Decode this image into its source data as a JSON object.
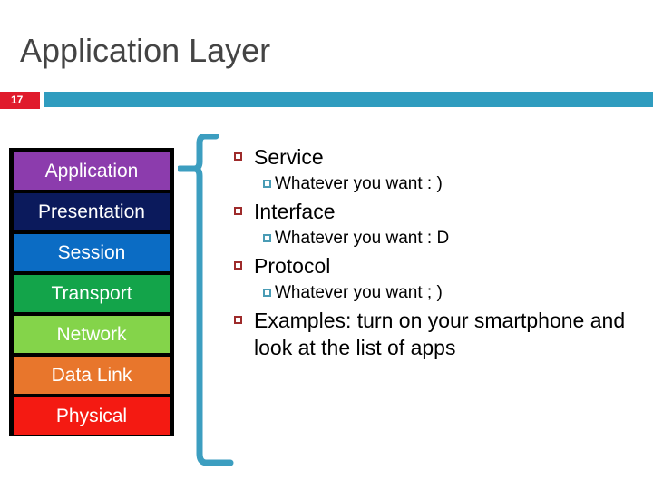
{
  "slide": {
    "title": "Application Layer",
    "number": "17",
    "accent_color": "#2F9CBF",
    "badge_color": "#E01B2C",
    "title_color": "#444444"
  },
  "osi_stack": {
    "name": "osi-model-layers",
    "border_color": "#000000",
    "layers": [
      {
        "label": "Application",
        "bg": "#8C3CAD",
        "text": "#FFFFFF"
      },
      {
        "label": "Presentation",
        "bg": "#0B1A5C",
        "text": "#FFFFFF"
      },
      {
        "label": "Session",
        "bg": "#0B6CC4",
        "text": "#FFFFFF"
      },
      {
        "label": "Transport",
        "bg": "#13A44A",
        "text": "#FFFFFF"
      },
      {
        "label": "Network",
        "bg": "#84D44A",
        "text": "#FFFFFF"
      },
      {
        "label": "Data Link",
        "bg": "#E8762C",
        "text": "#FFFFFF"
      },
      {
        "label": "Physical",
        "bg": "#F41A12",
        "text": "#FFFFFF"
      }
    ]
  },
  "bracket": {
    "color": "#3C9EC0",
    "name": "curly-brace-connector"
  },
  "bullets": [
    {
      "level": 1,
      "text": "Service"
    },
    {
      "level": 2,
      "text": "Whatever you want : )"
    },
    {
      "level": 1,
      "text": "Interface"
    },
    {
      "level": 2,
      "text": "Whatever you want : D"
    },
    {
      "level": 1,
      "text": "Protocol"
    },
    {
      "level": 2,
      "text": "Whatever you want ; )"
    },
    {
      "level": 1,
      "text": "Examples: turn on your smartphone and look at the list of apps"
    }
  ],
  "bullet_markers": {
    "level1_color": "#9E2B2B",
    "level2_color": "#4A9CB5"
  }
}
